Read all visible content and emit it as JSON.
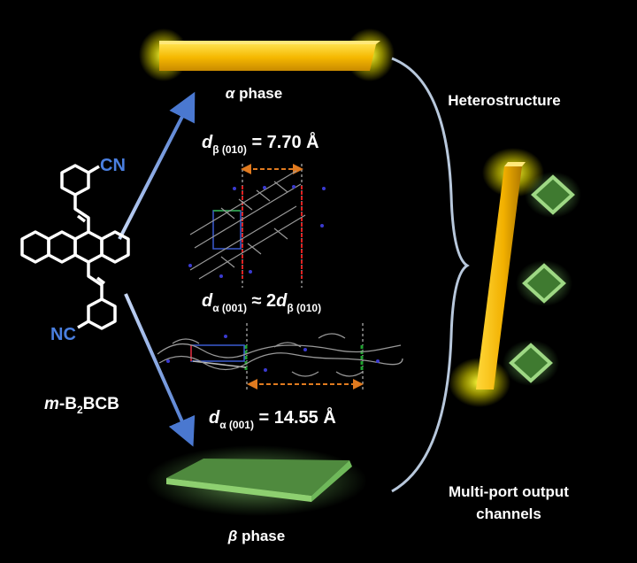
{
  "alpha_phase": {
    "symbol": "α",
    "label": " phase"
  },
  "beta_phase": {
    "symbol": "β",
    "label": " phase"
  },
  "molecule": {
    "cn_top": "CN",
    "cn_bottom": "NC",
    "name_prefix": "m",
    "name_a": "-B",
    "name_sub": "2",
    "name_b": "BCB"
  },
  "d_beta": {
    "d": "d",
    "sub": "β (010)",
    "value": " = 7.70 Å"
  },
  "d_relation": {
    "d": "d",
    "sub": "α (001)",
    "approx": " ≈ 2",
    "d2": "d",
    "sub2": "β (010)"
  },
  "d_alpha": {
    "d": "d",
    "sub": "α (001)",
    "value": " = 14.55 Å"
  },
  "heterostructure": {
    "title": "Heterostructure",
    "output_line1": "Multi-port output",
    "output_line2": "channels"
  },
  "colors": {
    "yellow": "#f5c400",
    "green": "#7fbf6a",
    "cn_blue": "#4a7fe0",
    "arrow": "#6f95d8",
    "orange": "#e07a1f"
  }
}
